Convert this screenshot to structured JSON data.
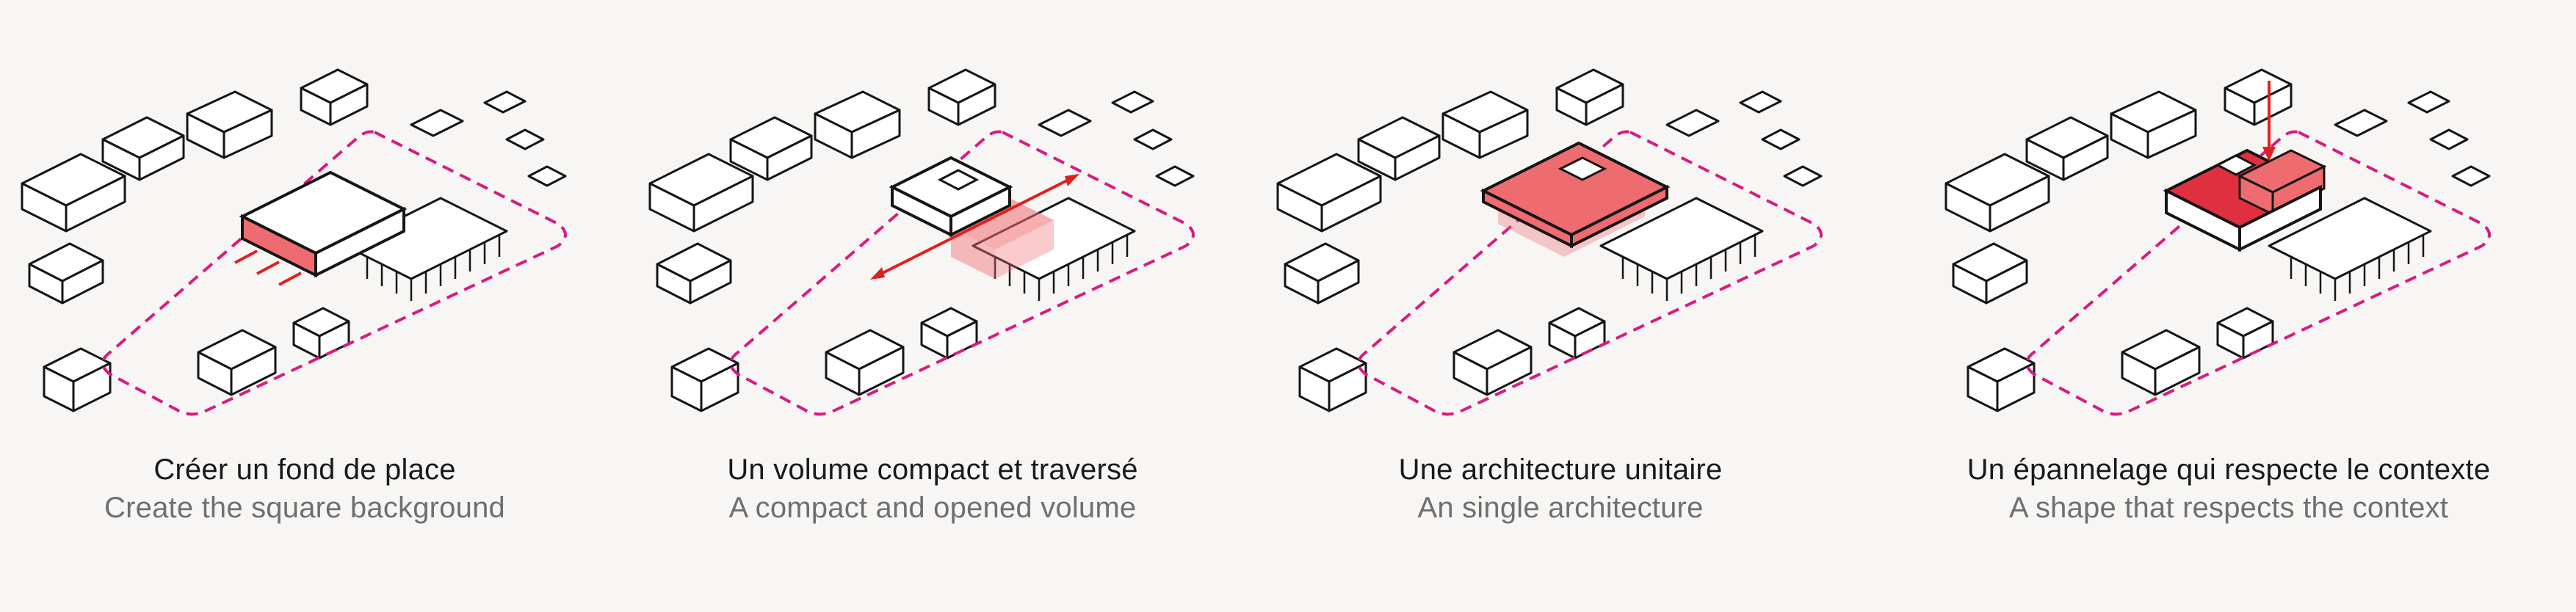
{
  "colors": {
    "accent_magenta": "#d81b7e",
    "arrow_red": "#e02020",
    "volume_red": "#ee6b70",
    "volume_dark": "#e03040",
    "line": "#151515",
    "background": "#f8f6f4"
  },
  "panels": [
    {
      "caption_fr": "Créer un fond de place",
      "caption_en": "Create the square background"
    },
    {
      "caption_fr": "Un volume compact et traversé",
      "caption_en": "A compact and opened volume"
    },
    {
      "caption_fr": "Une architecture unitaire",
      "caption_en": "An single architecture"
    },
    {
      "caption_fr": "Un épannelage qui respecte le contexte",
      "caption_en": "A shape that respects the context"
    }
  ]
}
